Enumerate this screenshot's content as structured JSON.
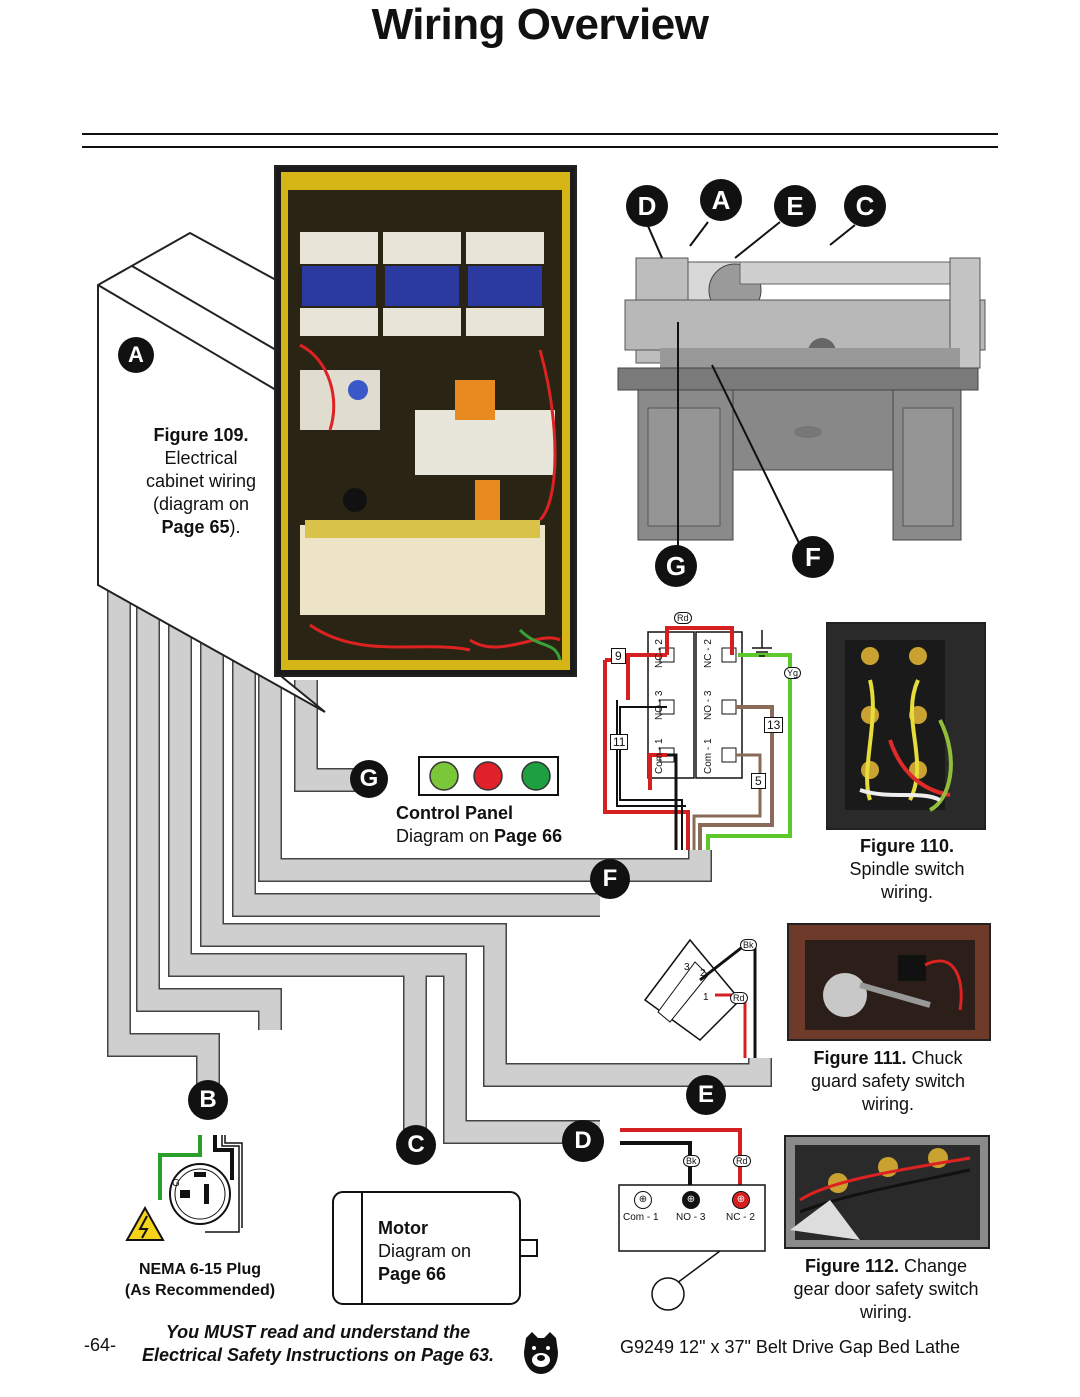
{
  "page": {
    "title": "Wiring Overview",
    "page_number": "-64-",
    "footer_warning_line1": "You MUST read and understand the",
    "footer_warning_line2": "Electrical Safety Instructions on Page 63.",
    "footer_model": "G9249 12\" x 37\" Belt Drive Gap Bed Lathe"
  },
  "callouts": {
    "A": "A",
    "B": "B",
    "C": "C",
    "D": "D",
    "E": "E",
    "F": "F",
    "G": "G"
  },
  "figure109": {
    "label": "Figure 109.",
    "line1": "Electrical",
    "line2": "cabinet wiring",
    "line3": "(diagram on",
    "page_ref": "Page 65",
    "tail": ")."
  },
  "figure110": {
    "label": "Figure 110.",
    "line1": "Spindle switch",
    "line2": "wiring."
  },
  "figure111": {
    "label": "Figure 111.",
    "text1": " Chuck",
    "line2": "guard safety switch",
    "line3": "wiring."
  },
  "figure112": {
    "label": "Figure 112.",
    "text1": " Change",
    "line2": "gear door safety switch",
    "line3": "wiring."
  },
  "control_panel": {
    "title": "Control Panel",
    "text": "Diagram on ",
    "page_ref": "Page 66"
  },
  "motor": {
    "title": "Motor",
    "line1": "Diagram on",
    "page_ref": "Page 66"
  },
  "plug": {
    "line1": "NEMA 6-15 Plug",
    "line2": "(As Recommended)",
    "ground_mark": "G"
  },
  "spindle_switch": {
    "terminals": [
      "NC - 2",
      "NO - 3",
      "Com - 1",
      "NC - 2",
      "NO - 3",
      "Com - 1"
    ],
    "wire_tags": [
      "Rd",
      "9",
      "11",
      "13",
      "5",
      "Yg"
    ]
  },
  "chuck_switch": {
    "wire_tags": [
      "Bk",
      "Rd"
    ],
    "contacts": [
      "3",
      "2",
      "1"
    ]
  },
  "gear_switch": {
    "terminals": [
      "Com - 1",
      "NO - 3",
      "NC - 2"
    ],
    "wire_tags": [
      "Bk",
      "Rd"
    ]
  },
  "colors": {
    "gray_conduit": "#c8c8c8",
    "wire_red": "#d42020",
    "wire_green": "#5cc82a",
    "wire_brown": "#8a6a58",
    "lamp_green": "#7cc63a",
    "lamp_red": "#e0202a",
    "lamp_dark_green": "#1fa040"
  }
}
